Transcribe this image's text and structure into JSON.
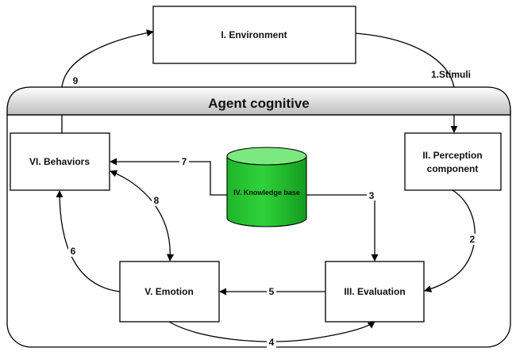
{
  "diagram": {
    "title": "Agent cognitive",
    "nodes": {
      "environment": "I. Environment",
      "perception_line1": "II. Perception",
      "perception_line2": "component",
      "evaluation": "III. Evaluation",
      "knowledge_base": "IV. Knowledge base",
      "emotion": "V. Emotion",
      "behaviors": "VI. Behaviors"
    },
    "edges": {
      "e1": "1.Stimuli",
      "e2": "2",
      "e3": "3",
      "e4": "4",
      "e5": "5",
      "e6": "6",
      "e7": "7",
      "e8": "8",
      "e9": "9"
    },
    "colors": {
      "header_top": "#ffffff",
      "header_bottom": "#bdbdbd",
      "database_fill": "#2fd23a",
      "database_top": "#7be97f",
      "stroke": "#000000"
    }
  }
}
